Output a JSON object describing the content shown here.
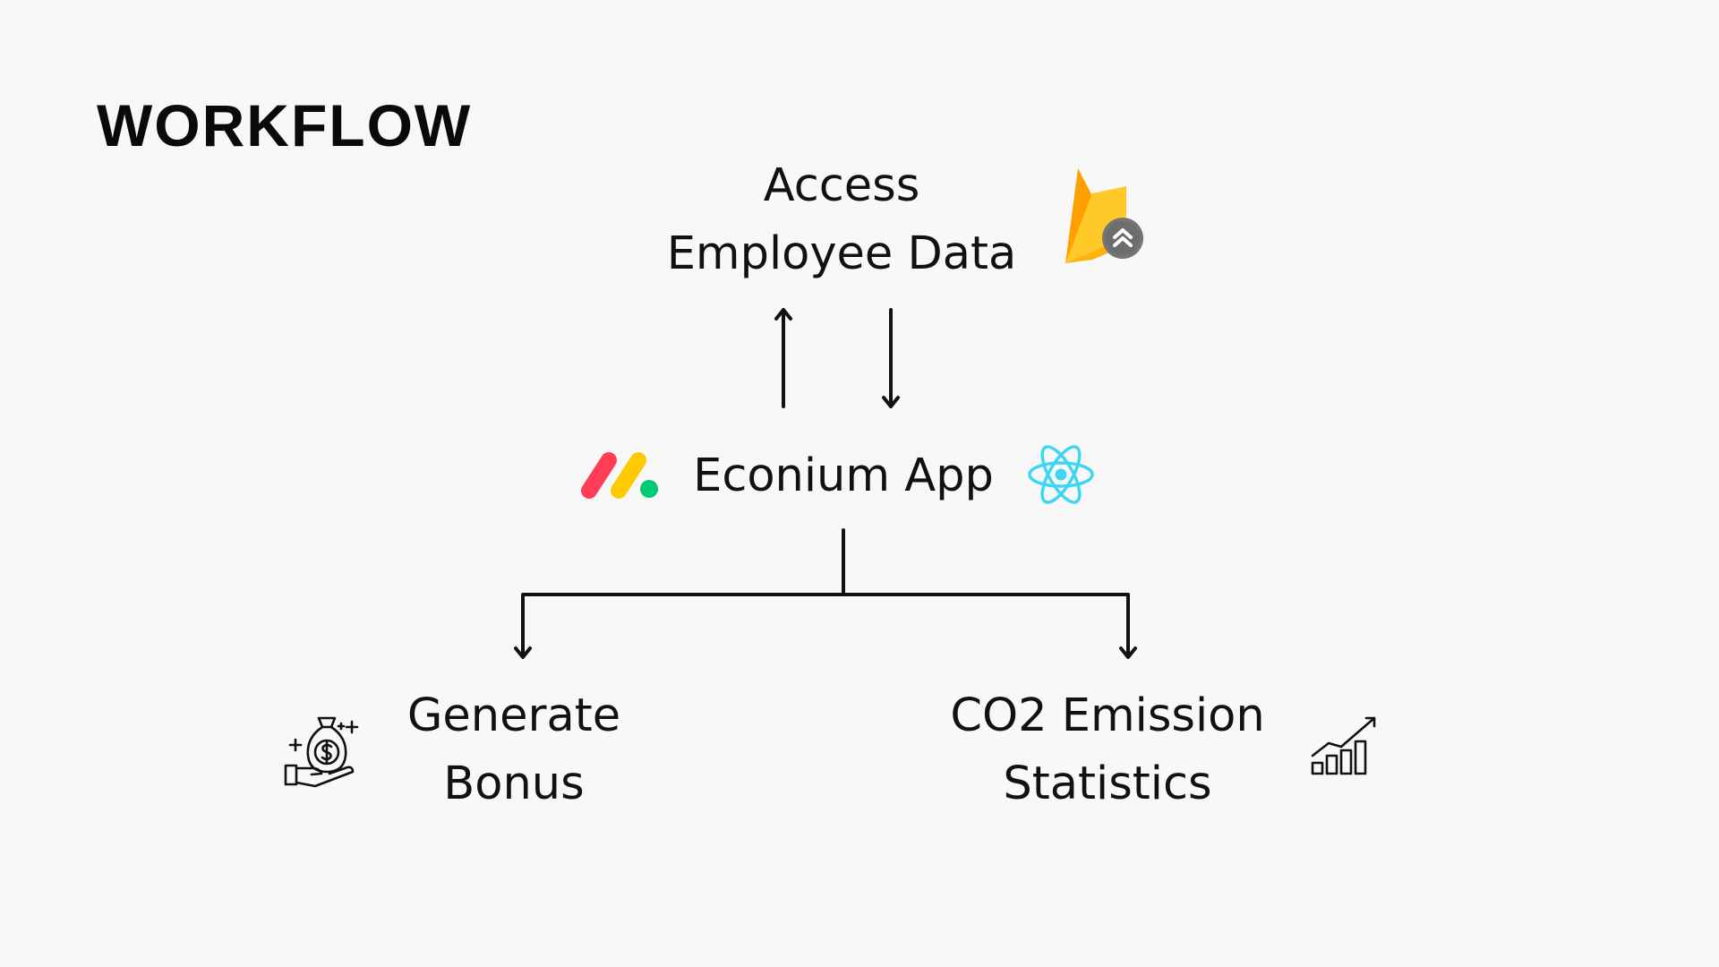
{
  "title": "WORKFLOW",
  "nodes": {
    "access": {
      "line1": "Access",
      "line2": "Employee Data"
    },
    "app": {
      "label": "Econium App"
    },
    "bonus": {
      "line1": "Generate",
      "line2": "Bonus"
    },
    "co2": {
      "line1": "CO2 Emission",
      "line2": "Statistics"
    }
  },
  "icons": {
    "access": "firebase-icon",
    "app_left": "monday-logo-icon",
    "app_right": "react-icon",
    "bonus": "money-bag-hand-icon",
    "co2": "growth-chart-icon"
  },
  "colors": {
    "background": "#f8f8f8",
    "text": "#111111",
    "monday_red": "#ff3d57",
    "monday_yellow": "#ffcb00",
    "monday_green": "#00ca72",
    "react_cyan": "#3fd6f5",
    "firebase_amber": "#ffa000",
    "firebase_yellow": "#ffca28",
    "firebase_orange": "#f57c00",
    "badge_gray": "#757575"
  }
}
